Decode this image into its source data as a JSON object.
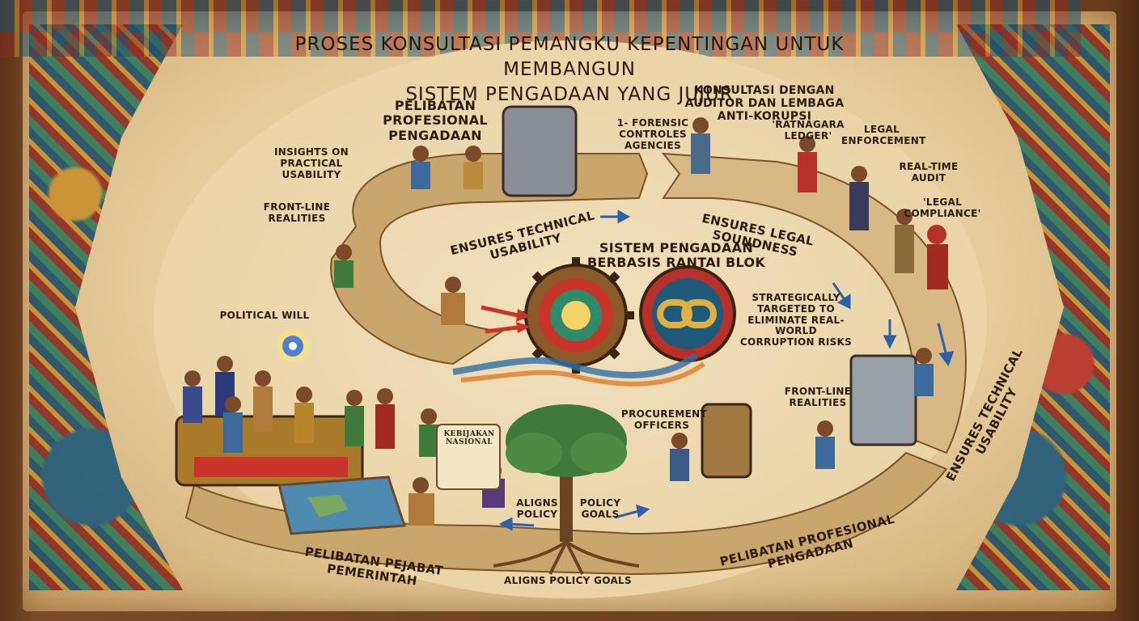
{
  "title_line1": "Proses Konsultasi Pemangku Kepentingan untuk Membangun",
  "title_line2": "Sistem Pengadaan yang Jujur",
  "labels": {
    "pelibatan_profesional_top": "Pelibatan Profesional Pengadaan",
    "insights": "Insights on Practical Usability",
    "frontline_left": "Front-line Realities",
    "political_will": "Political Will",
    "konsultasi": "Konsultasi dengan Auditor dan Lembaga Anti-Korupsi",
    "forensic": "1- Forensic Controles Agencies",
    "ledger": "'Ratnagara Ledger'",
    "legal_enforcement": "Legal Enforcement",
    "realtime_audit": "Real-time Audit",
    "legal_compliance": "'Legal Compliance'",
    "ensures_technical_top": "Ensures Technical Usability",
    "ensures_legal": "Ensures Legal Soundness",
    "sistem_center": "Sistem Pengadaan Berbasis Rantai Blok",
    "strategically": "Strategically Targeted to Eliminate Real-World Corruption Risks",
    "frontline_right": "Front-line Realities",
    "procurement_officers": "Procurement Officers",
    "kebijakan": "Kebijakan Nasional",
    "aligns_policy": "Aligns Policy",
    "policy_goals": "Policy Goals",
    "aligns_policy_goals": "Aligns Policy Goals",
    "pelibatan_pejabat": "Pelibatan Pejabat Pemerintah",
    "pelibatan_profesional_bottom": "Pelibatan Profesional Pengadaan",
    "ensures_technical_right": "Ensures Technical Usability"
  },
  "colors": {
    "parchment": "#ead4a8",
    "ink": "#2b1a0e",
    "path": "#c9a66b",
    "arrow_blue": "#2f5fa8",
    "arrow_red": "#c8342a",
    "gold": "#c8902e"
  },
  "icons": [
    "gear-icon",
    "chain-link-icon",
    "tree-icon",
    "sun-icon",
    "door-icon"
  ]
}
